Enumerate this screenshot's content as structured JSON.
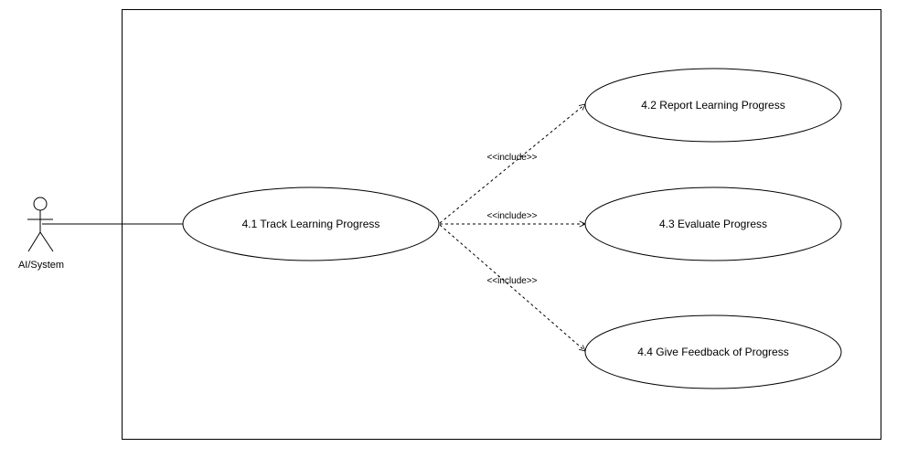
{
  "actor": {
    "name": "AI/System"
  },
  "use_cases": {
    "track": "4.1 Track Learning Progress",
    "report": "4.2 Report Learning Progress",
    "evaluate": "4.3 Evaluate Progress",
    "feedback": "4.4 Give Feedback of Progress"
  },
  "relations": {
    "include_report": "<<include>>",
    "include_evaluate": "<<include>>",
    "include_feedback": "<<include>>"
  }
}
